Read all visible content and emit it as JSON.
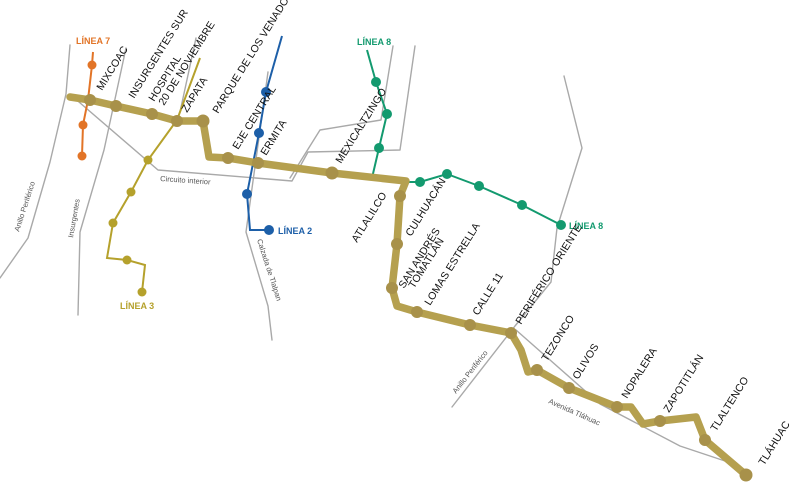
{
  "colors": {
    "linea_12": "#b5a04f",
    "linea_12_station": "#a8914a",
    "linea_7": "#e27427",
    "linea_3": "#b5a12c",
    "linea_2": "#1d5fa8",
    "linea_8": "#139a6f",
    "road": "#a9a9a9"
  },
  "lines": {
    "linea_7": "LÍNEA 7",
    "linea_3": "LÍNEA 3",
    "linea_2": "LÍNEA 2",
    "linea_8_north": "LÍNEA 8",
    "linea_8_east": "LÍNEA 8"
  },
  "roads": {
    "anillo_periferico_west": "Anillo Periférico",
    "insurgentes": "Insurgentes",
    "circuito_interior": "Circuito interior",
    "calzada_tlalpan": "Calzada de Tlalpan",
    "anillo_periferico_east": "Anillo Periférico",
    "avenida_tlahuac": "Avenida Tláhuac"
  },
  "stations": {
    "mixcoac": "MIXCOAC",
    "insurgentes_sur": "INSURGENTES SUR",
    "hospital_20_nov_1": "HOSPITAL",
    "hospital_20_nov_2": "20 DE NOVIEMBRE",
    "zapata": "ZAPATA",
    "parque_venados": "PARQUE DE LOS VENADOS",
    "eje_central": "EJE CENTRAL",
    "ermita": "ERMITA",
    "mexicaltzingo": "MEXICALTZINGO",
    "atlalilco": "ATLALILCO",
    "culhuacan": "CULHUACÁN",
    "san_andres_1": "SAN ANDRÉS",
    "san_andres_2": "TOMATLÁN",
    "lomas_estrella": "LOMAS ESTRELLA",
    "calle_11": "CALLE 11",
    "periferico_oriente": "PERIFÉRICO ORIENTE",
    "tezonco": "TEZONCO",
    "olivos": "OLIVOS",
    "nopalera": "NOPALERA",
    "zapotitlan": "ZAPOTITLÁN",
    "tlaltenco": "TLALTENCO",
    "tlahuac": "TLÁHUAC"
  }
}
